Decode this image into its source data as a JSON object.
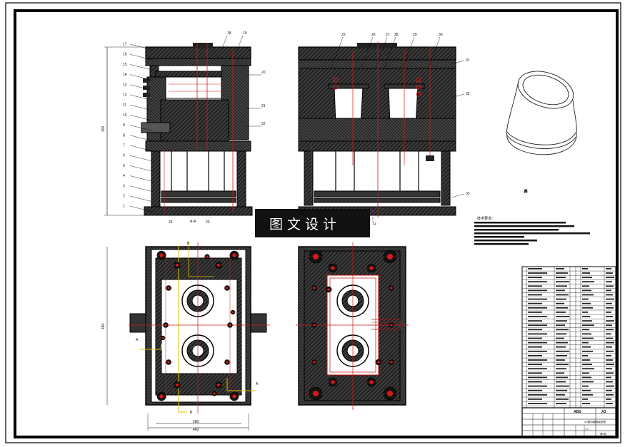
{
  "watermark": {
    "text": "图文设计"
  },
  "section_label": {
    "left": "A-A",
    "right": "I-I"
  },
  "part_numbers": {
    "left": [
      "17",
      "16",
      "15",
      "14",
      "13",
      "12",
      "11",
      "10",
      "9",
      "8",
      "7",
      "6",
      "5",
      "4",
      "3",
      "2",
      "1"
    ],
    "top": [
      "18",
      "19",
      "20",
      "21",
      "22"
    ],
    "bottom_left": [
      "24",
      "22"
    ],
    "top_right": [
      "25",
      "26",
      "27",
      "28",
      "29",
      "30"
    ],
    "right": [
      "31",
      "32",
      "33"
    ]
  },
  "dimensions": {
    "height_left": "300",
    "height_bottom": "480",
    "width_inner": "280",
    "width_outer": "460"
  },
  "view_markers": {
    "a_letter": "A",
    "b_letter": "B"
  },
  "tech_req_title": "技术要求：",
  "title_block": {
    "material": "ABS",
    "drawing_title": "XX塑料模具装配图",
    "drawing_no": "A3",
    "scale": "1:1",
    "sheet": "第1张"
  },
  "colors": {
    "line": "#000000",
    "center": "#d11a1a",
    "hatch": "#222222",
    "section": "#b020b0",
    "marker": "#e0c000"
  }
}
